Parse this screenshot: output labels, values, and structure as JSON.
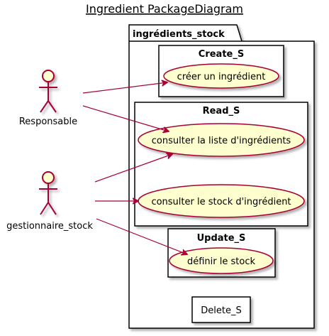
{
  "title": "Ingredient PackageDiagram",
  "colors": {
    "actor_stroke": "#A80036",
    "actor_fill": "#FEFECE",
    "usecase_fill": "#FEFECE",
    "usecase_stroke": "#A80036",
    "arrow": "#A80036",
    "border": "#000000",
    "shadow": "#C8C8C8"
  },
  "package": {
    "label": "ingrédients_stock"
  },
  "boxes": {
    "create": {
      "label": "Create_S"
    },
    "read": {
      "label": "Read_S"
    },
    "update": {
      "label": "Update_S"
    },
    "delete": {
      "label": "Delete_S"
    }
  },
  "usecases": {
    "create_ingredient": "créer un ingrédient",
    "list_ingredients": "consulter la liste d'ingrédients",
    "ingredient_stock": "consulter le stock d'ingrédient",
    "define_stock": "définir le stock"
  },
  "actors": {
    "responsable": "Responsable",
    "gestionnaire": "gestionnaire_stock"
  },
  "relations": [
    {
      "from": "responsable",
      "to": "create_ingredient"
    },
    {
      "from": "responsable",
      "to": "list_ingredients"
    },
    {
      "from": "gestionnaire",
      "to": "list_ingredients"
    },
    {
      "from": "gestionnaire",
      "to": "ingredient_stock"
    },
    {
      "from": "gestionnaire",
      "to": "define_stock"
    }
  ]
}
